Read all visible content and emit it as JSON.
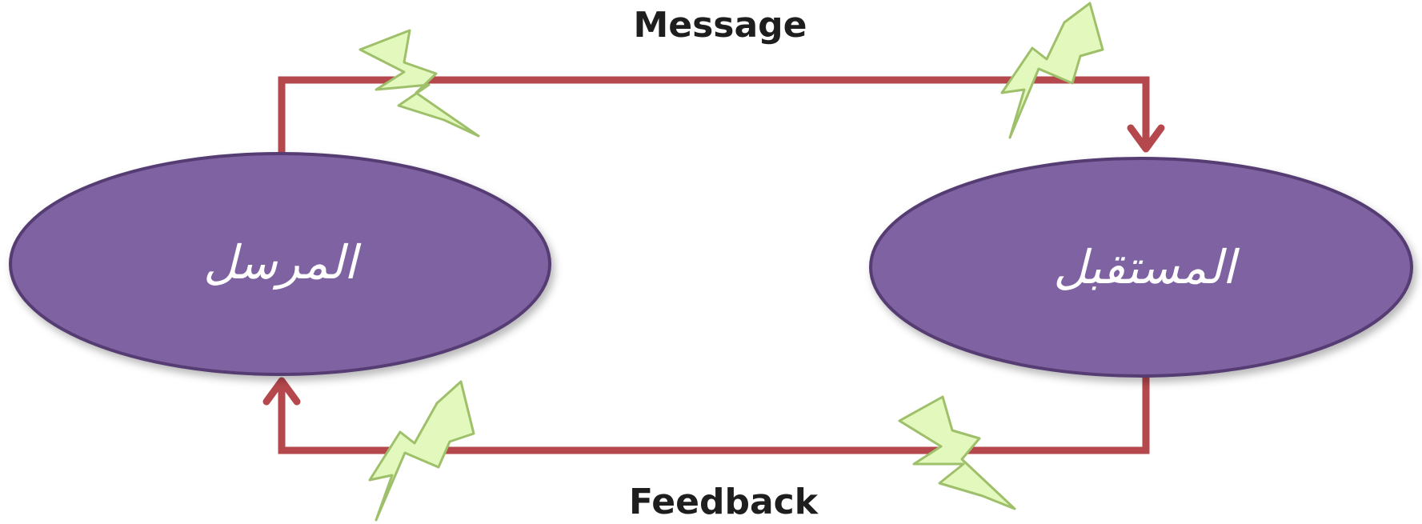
{
  "diagram": {
    "top_label": "Message",
    "bottom_label": "Feedback",
    "sender_label": "المرسل",
    "receiver_label": "المستقبل"
  },
  "colors": {
    "node_fill": "#7f62a2",
    "node_stroke": "#553d73",
    "line": "#b5484d",
    "bolt_fill": "#e3f8bd",
    "bolt_stroke": "#9fc06a",
    "text_dark": "#1e1e1e",
    "node_text": "#ffffff"
  },
  "icons": [
    "lightning-bolt-icon",
    "arrow-down-icon",
    "arrow-up-icon"
  ]
}
